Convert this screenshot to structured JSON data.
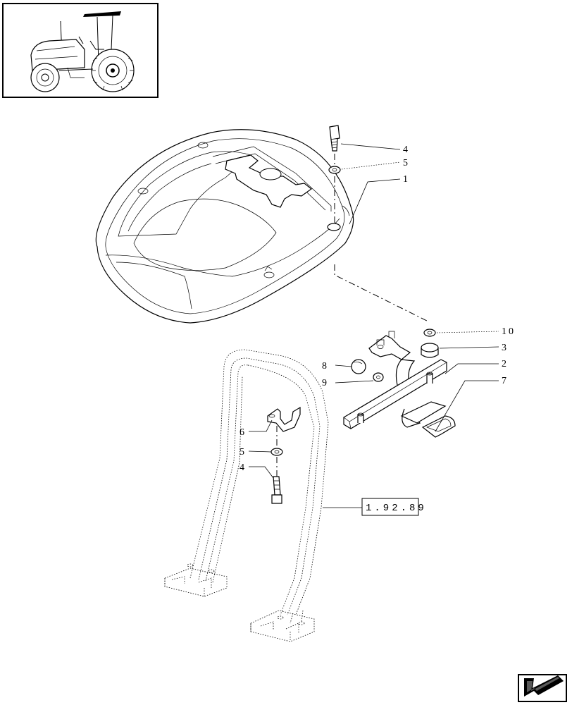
{
  "callouts": {
    "c4_top": "4",
    "c5_top": "5",
    "c1": "1",
    "c10": "10",
    "c3": "3",
    "c2": "2",
    "c7": "7",
    "c8": "8",
    "c9": "9",
    "c6": "6",
    "c5_low": "5",
    "c4_low": "4"
  },
  "reference": "1.92.89",
  "icons": {
    "thumbnail": "tractor-thumbnail-icon",
    "nav": "next-page-arrow-icon"
  }
}
